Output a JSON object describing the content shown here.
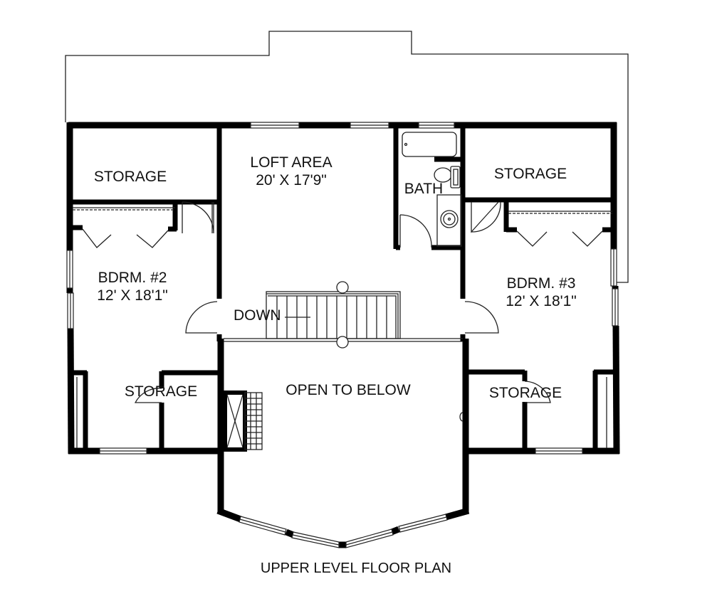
{
  "title": "UPPER LEVEL FLOOR PLAN",
  "colors": {
    "wall": "#000000",
    "line": "#222222",
    "background": "#ffffff",
    "text": "#111111"
  },
  "rooms": {
    "storage_top_left": {
      "name": "STORAGE"
    },
    "loft": {
      "name": "LOFT AREA",
      "dimensions": "20' X 17'9\""
    },
    "bath": {
      "name": "BATH"
    },
    "storage_top_right": {
      "name": "STORAGE"
    },
    "bedroom_2": {
      "name": "BDRM. #2",
      "dimensions": "12' X 18'1\""
    },
    "bedroom_3": {
      "name": "BDRM. #3",
      "dimensions": "12' X 18'1\""
    },
    "storage_bottom_left": {
      "name": "STORAGE"
    },
    "storage_bottom_right": {
      "name": "STORAGE"
    },
    "open_to_below": {
      "name": "OPEN TO BELOW"
    }
  },
  "stairs": {
    "label": "DOWN",
    "tread_count": 12
  }
}
